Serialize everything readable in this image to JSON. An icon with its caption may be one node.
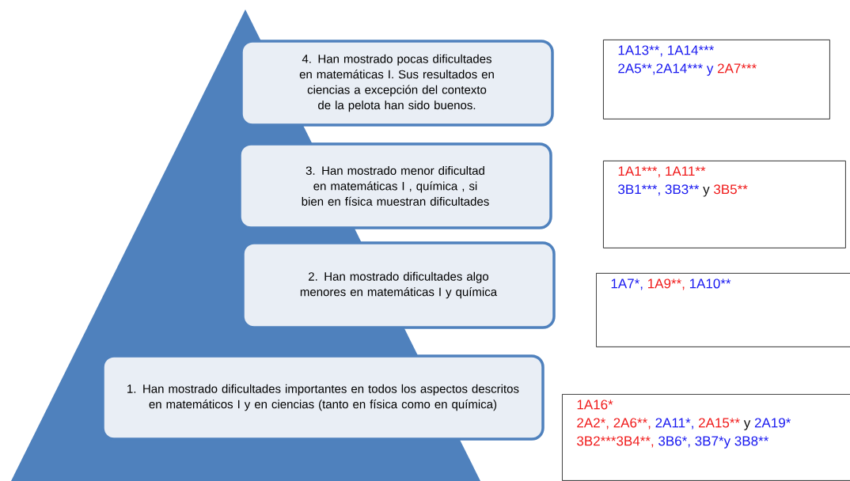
{
  "diagram": {
    "nodes": [
      {
        "text": [
          "4. Han mostrado pocas dificultades en matemáticas I. Sus resultados en ciencias  a excepción del contexto de la pelota han sido buenos."
        ]
      },
      {
        "text": [
          "1A13**,",
          "1A14***",
          "2A5**,",
          "2A14***",
          "y",
          "2A7***"
        ]
      },
      {
        "text": [
          "3. Han mostrado menor dificultad en matemáticas I , química , si bien en física muestran dificultades"
        ]
      },
      {
        "text": [
          "1A1***,",
          "1A11**",
          "3B1***,",
          "3B3**",
          "y",
          "3B5**"
        ]
      },
      {
        "text": [
          "2. Han mostrado dificultades algo menores en matemáticas I y química"
        ]
      },
      {
        "text": [
          "1A7*,",
          "1A9**,",
          "1A10**"
        ]
      },
      {
        "text": [
          "1. Han mostrado dificultades importantes en todos los aspectos descritos en matemáticos I y en ciencias (tanto en física como en química)"
        ]
      },
      {
        "text": [
          "1A16*",
          "2A2*,",
          "2A6**,",
          "2A11*,",
          "2A15**",
          "y",
          "2A19*",
          "3B2***",
          "3B4**,",
          "3B6*,",
          "3B7*y",
          "3B8**"
        ]
      }
    ]
  }
}
